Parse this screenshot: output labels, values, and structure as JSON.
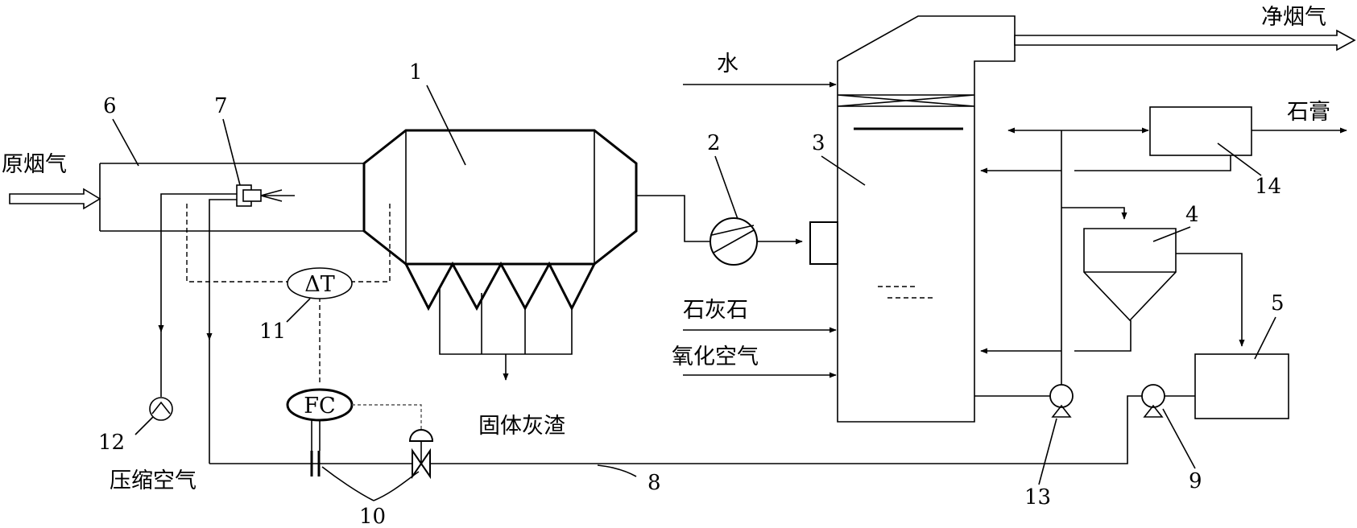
{
  "labels": {
    "raw_flue_gas": "原烟气",
    "clean_flue_gas": "净烟气",
    "water": "水",
    "limestone": "石灰石",
    "oxidation_air": "氧化空气",
    "gypsum": "石膏",
    "solid_ash": "固体灰渣",
    "compressed_air": "压缩空气"
  },
  "instruments": {
    "delta_t": "ΔT",
    "fc": "FC"
  },
  "callouts": {
    "n1": "1",
    "n2": "2",
    "n3": "3",
    "n4": "4",
    "n5": "5",
    "n6": "6",
    "n7": "7",
    "n8": "8",
    "n9": "9",
    "n10": "10",
    "n11": "11",
    "n12": "12",
    "n13": "13",
    "n14": "14"
  }
}
